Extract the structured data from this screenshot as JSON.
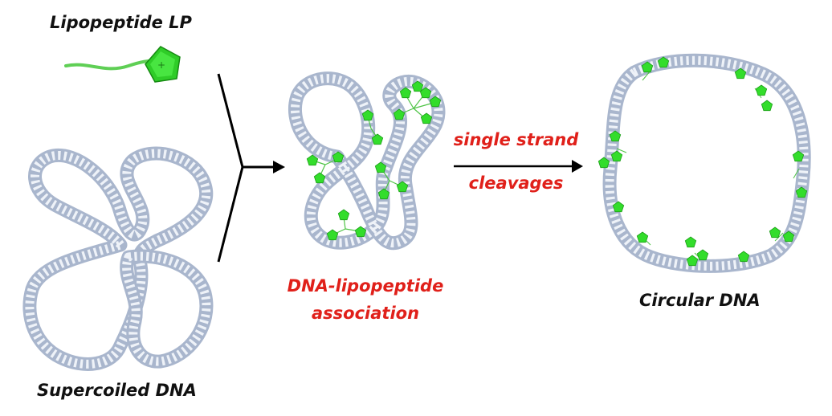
{
  "labels": {
    "lipopeptide": "Lipopeptide LP",
    "supercoiled": "Supercoiled DNA",
    "association_line1": "DNA-lipopeptide",
    "association_line2": "association",
    "cleavage_line1": "single strand",
    "cleavage_line2": "cleavages",
    "circular": "Circular DNA"
  },
  "colors": {
    "dna_strand": "#b4c0d6",
    "dna_rung": "#c9d3e3",
    "lipopeptide_green": "#33dd2b",
    "lipopeptide_tail": "#5fcf55",
    "text_red": "#e0201a",
    "text_black": "#111111",
    "arrow": "#000000"
  },
  "icons": {
    "lipopeptide": "green-pentagon-with-tail-icon",
    "reaction_arrow": "arrow-right-icon"
  }
}
